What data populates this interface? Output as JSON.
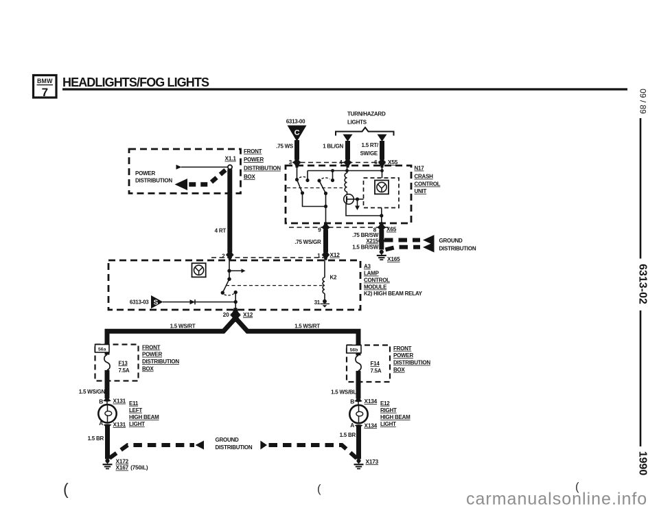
{
  "header": {
    "logo_brand": "BMW",
    "logo_series": "7",
    "title": "HEADLIGHTS/FOG LIGHTS"
  },
  "margin": {
    "issue": "09 / 89",
    "sheet": "6313-02",
    "year": "1990"
  },
  "footer": {
    "watermark": "carmanualsonline.info",
    "marks": [
      "(",
      "(",
      "("
    ]
  },
  "colors": {
    "ink": "#141414",
    "paper": "#ffffff",
    "watermark": "#8d8d8d"
  },
  "diagram": {
    "feed_connector": {
      "id": "6313-00",
      "code": "C",
      "wire": ".75 WS",
      "terminal": "3"
    },
    "turn_hazard": {
      "title1": "TURN/HAZARD",
      "title2": "LIGHTS",
      "wire_left": "1 BL/GN",
      "terminal_left": "4",
      "wire_right1": "1.5 RT/",
      "wire_right2": "SW/GE",
      "terminal_right": "6",
      "connector": "X55"
    },
    "power_dist": {
      "label1": "POWER",
      "label2": "DISTRIBUTION",
      "terminal": "X1.1",
      "box": [
        "FRONT",
        "POWER",
        "DISTRIBUTION",
        "BOX"
      ],
      "wire": "4 RT",
      "terminal_out": "2"
    },
    "crash_unit": {
      "id": "N17",
      "name": [
        "CRASH",
        "CONTROL",
        "UNIT"
      ],
      "terminal_9": "9",
      "terminal_8": "8",
      "connector": "X65"
    },
    "ws_gr": {
      "wire": ".75 WS/GR",
      "terminal": "1",
      "connector": "X12"
    },
    "ground_top": {
      "wire1": ".75 BR/SW",
      "tap": "X215",
      "wire2": "1.5 BR/SW",
      "ground": "X165",
      "label1": "GROUND",
      "label2": "DISTRIBUTION"
    },
    "lamp_module": {
      "id": "A3",
      "name": [
        "LAMP",
        "CONTROL",
        "MODULE"
      ],
      "note": "K2) HIGH BEAM RELAY",
      "relay": "K2",
      "terminal_31": "31",
      "sig_id": "6313-03",
      "sig_code": "S",
      "terminal_20": "20",
      "connector_20": "X12"
    },
    "split": {
      "wire_left": "1.5 WS/RT",
      "wire_right": "1.5 WS/RT"
    },
    "left": {
      "slot": "56a",
      "fuse": "F13",
      "amps": "7.5A",
      "box": [
        "FRONT",
        "POWER",
        "DISTRIBUTION",
        "BOX"
      ],
      "wire_in": "1.5 WS/GN",
      "pin_b": "B",
      "conn_b": "X131",
      "lamp": [
        "E11",
        "LEFT",
        "HIGH BEAM",
        "LIGHT"
      ],
      "pin_a": "A",
      "conn_a": "X131",
      "wire_out": "1.5 BR",
      "ground1": "X172",
      "ground2": "X167",
      "ground2_note": "(750iL)"
    },
    "right": {
      "slot": "56b",
      "fuse": "F14",
      "amps": "7.5A",
      "box": [
        "FRONT",
        "POWER",
        "DISTRIBUTION",
        "BOX"
      ],
      "wire_in": "1.5 WS/BL",
      "pin_b": "B",
      "conn_b": "X134",
      "lamp": [
        "E12",
        "RIGHT",
        "HIGH BEAM",
        "LIGHT"
      ],
      "pin_a": "A",
      "conn_a": "X134",
      "wire_out": "1.5 BR",
      "ground": "X173"
    },
    "ground_bottom": {
      "label1": "GROUND",
      "label2": "DISTRIBUTION"
    }
  }
}
